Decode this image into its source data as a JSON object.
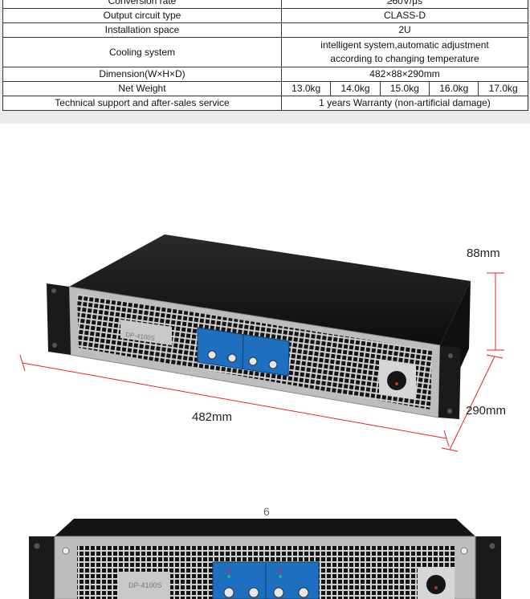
{
  "specs": {
    "rows": [
      {
        "label": "Conversion rate",
        "value": "≥60V/μs"
      },
      {
        "label": "Output circuit type",
        "value": "CLASS-D"
      },
      {
        "label": "Installation space",
        "value": "2U"
      },
      {
        "label": "Cooling system",
        "value_line1": "intelligent system,automatic adjustment",
        "value_line2": "according to changing temperature"
      },
      {
        "label": "Dimension(W×H×D)",
        "value": "482×88×290mm"
      },
      {
        "label": "Net Weight",
        "weights": [
          "13.0kg",
          "14.0kg",
          "15.0kg",
          "16.0kg",
          "17.0kg"
        ]
      },
      {
        "label": "Technical support and after-sales service",
        "value": "1 years Warranty (non-artificial damage)"
      }
    ]
  },
  "figure1": {
    "height_label": "88mm",
    "width_label": "482mm",
    "depth_label": "290mm",
    "model_text": "DP-4100S"
  },
  "figure2": {
    "callout_label": "6",
    "model_text": "DP-4100S"
  },
  "colors": {
    "panel_blue": "#1e6fc0",
    "dimension_red": "#e0242b",
    "chassis_dark": "#1a1a1a",
    "grille_silver": "#c4c4c4"
  }
}
